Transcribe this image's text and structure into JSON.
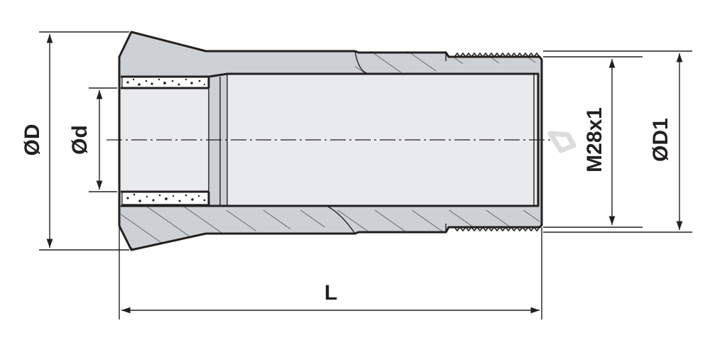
{
  "labels": {
    "outer_diameter": "ØD",
    "bore_diameter": "Ød",
    "thread_spec": "M28x1",
    "thread_diameter": "ØD1",
    "length": "L"
  },
  "colors": {
    "line": "#231f20",
    "body_fill": "#cdd0d4",
    "bore_fill": "#e9eaec",
    "watermark": "#d9d9d9"
  }
}
